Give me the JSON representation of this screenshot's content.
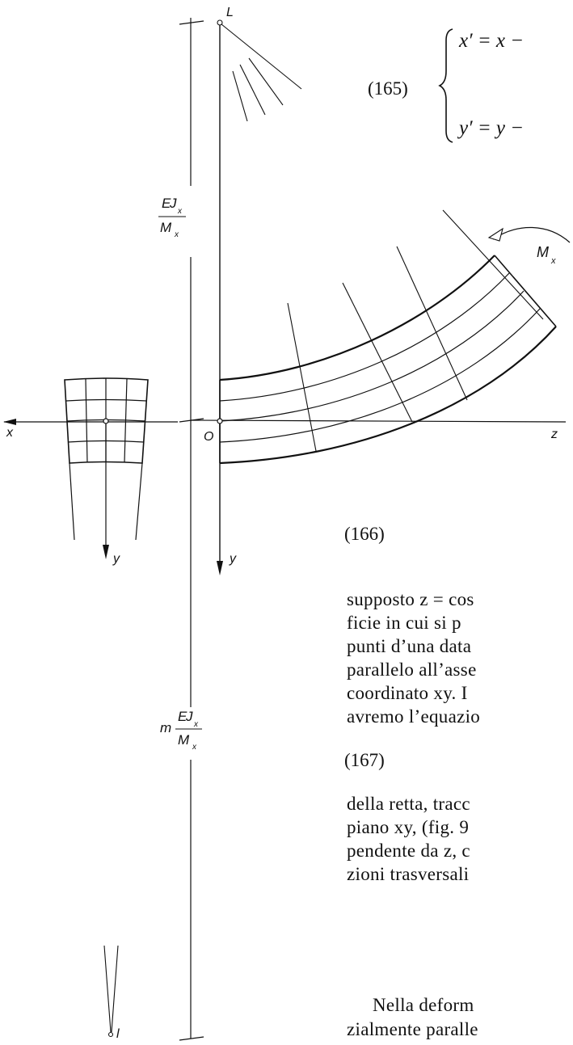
{
  "equations": {
    "eq165_number": "(165)",
    "eq165_line1": "x′ = x −",
    "eq165_line2": "y′ = y −",
    "eq166_number": "(166)",
    "eq167_number": "(167)"
  },
  "figure": {
    "point_L": "L",
    "point_O": "O",
    "point_l": "l",
    "axis_x": "x",
    "axis_y_left": "y",
    "axis_y_main": "y",
    "axis_z": "z",
    "moment_label_M": "M",
    "moment_label_sub": "x",
    "radius_num_E": "E",
    "radius_num_J": "J",
    "radius_num_sub": "x",
    "radius_den_M": "M",
    "radius_den_sub": "x",
    "m_radius_prefix": "m",
    "m_radius_num_E": "E",
    "m_radius_num_J": "J",
    "m_radius_num_sub": "x",
    "m_radius_den_M": "M",
    "m_radius_den_sub": "x"
  },
  "text_lines": [
    "supposto z = cos",
    "ficie in cui si p",
    "punti d’una data",
    "parallelo all’asse",
    "coordinato xy. I",
    "avremo l’equazio",
    "della retta, tracc",
    "piano xy, (fig. 9",
    "pendente da z, c",
    "zioni trasversali",
    "Nella deform",
    "zialmente paralle"
  ]
}
